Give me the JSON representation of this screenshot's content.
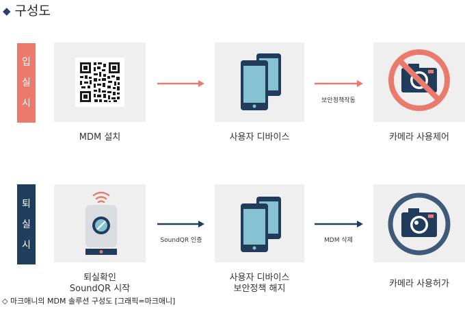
{
  "title": "구성도",
  "colors": {
    "entry": "#ea7a6b",
    "exit": "#1f3d5c",
    "panel": "#efefef",
    "phone": "#213c5b",
    "screen": "#86c2d2"
  },
  "rows": {
    "entry": {
      "badge": "입실시",
      "steps": [
        {
          "caption": "MDM 설치",
          "icon": "qr-code-icon"
        },
        {
          "caption": "사용자 디바이스",
          "icon": "phones-icon"
        },
        {
          "caption": "카메라 사용제어",
          "icon": "camera-prohibited-icon"
        }
      ],
      "arrows": [
        "",
        "보안정책작동"
      ]
    },
    "exit": {
      "badge": "퇴실시",
      "steps": [
        {
          "caption_line1": "퇴실확인",
          "caption_line2": "SoundQR 시작",
          "icon": "soundqr-device-icon"
        },
        {
          "caption_line1": "사용자 디바이스",
          "caption_line2": "보안정책 해지",
          "icon": "phones-icon"
        },
        {
          "caption": "카메라 사용허가",
          "icon": "camera-allowed-icon"
        }
      ],
      "arrows": [
        "SoundQR 인증",
        "MDM 삭제"
      ]
    }
  },
  "footer": "◇ 마크애니의 MDM 솔루션 구성도 [그래픽=마크애니]"
}
